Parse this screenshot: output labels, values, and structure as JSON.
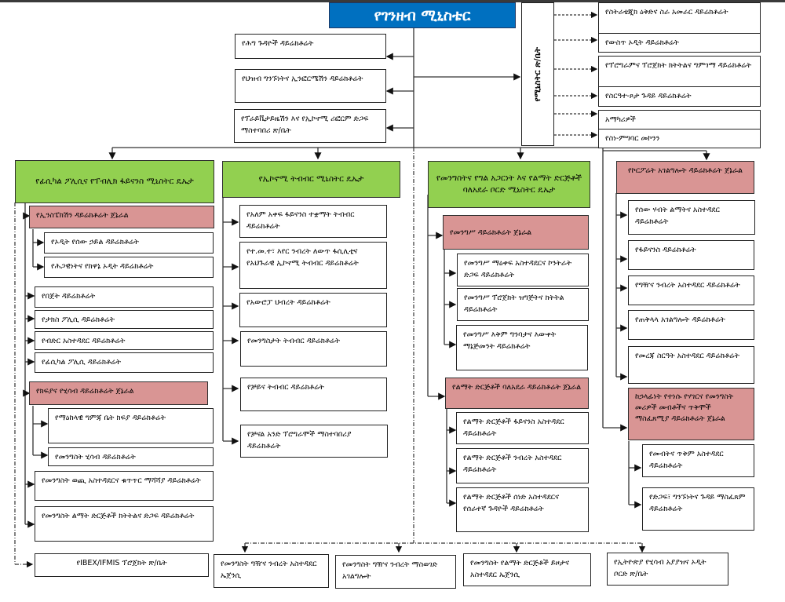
{
  "colors": {
    "minister_fill": "#0070c0",
    "state_minister_fill": "#92d050",
    "directorate_general_fill": "#d99594",
    "directorate_fill": "#ffffff"
  },
  "minister": {
    "title": "የገንዘብ ሚኒስቴር"
  },
  "minister_office": {
    "title": "የሚኒስትር ጽ/ቤት"
  },
  "direct_reports": [
    "የሕግ ጉዳዮች ዳይሬክቶሬት",
    "የህዝብ ግንኙነትና ኢንፎርሜሽን ዳይሬክቶሬት",
    "የፕራይቬታይዜሽን እና የኢኮኖሚ ሪፎርም ድጋፍ ማስተባበሪ ጽ/ቤት"
  ],
  "office_units": [
    "የስትራቴጂክ ዕቅድና ስራ አመራር ዳይሬክቶሬት",
    "የውስጥ ኦዲት ዳይሬክቶሬት",
    "የፕሮግራምና ፕሮጀክት ክትትልና ግምገማ ዳይሬክቶሬት",
    "የስርዓተ-ጾታ ጉዳይ ዳይሬክቶሬት",
    "አማካሪዎች",
    "የስነ-ምግባር መኮንን"
  ],
  "sectors": [
    {
      "title": "የፊሲካል ፖሊሲና የፐብሊክ ፋይናንስ ሚኒስትር ዴኤታ",
      "groups": [
        {
          "title": "የኢንስፔክሽን ዳይሬክቶሬት ጀኔራል",
          "items": [
            "የኦዲት የሰው ኃይል ዳይሬክቶሬት",
            "የሕጋዊነትና የክዋኔ ኦዲት ዳይሬክቶሬት"
          ]
        }
      ],
      "items": [
        "የበጀት ዳይሬክቶሬት",
        "የታክስ ፖሊሲ ዳይሬክቶሬት",
        "የብድር አስተዳደር ዳይሬክቶሬት",
        "የፊሲካል ፖሊሲ ዳይሬክቶሬት"
      ],
      "groups2": [
        {
          "title": "የክፍያና የሂሳብ ዳይሬክቶሬት ጀኔራል",
          "items": [
            "የማዕከላዊ ግምጃ ቤት ክፍያ ዳይሬክቶሬት",
            "የመንግስት ሂሳብ ዳይሬክቶሬት"
          ]
        }
      ],
      "items2": [
        "የመንግስት ወጪ አስተዳደርና ቁጥጥር ማሻሻያ ዳይሬክቶሬት",
        "የመንግስት ልማት ድርጅቶች ክትትልና ድጋፍ ዳይሬክቶሬት"
      ],
      "project_office": "የIBEX/IFMIS ፕሮጀክት ጽ/ቤት"
    },
    {
      "title": "የኢኮኖሚ ትብብር ሚኒስትር ዴኤታ",
      "items": [
        "የአለም አቀፍ ፋይናንስ ተቋማት ትብብር ዳይሬክቶሬት",
        "የተ.መ.ተ፣ እየር ንብረት ለውጥ ፋሲሊቲና የአህጉራዊ ኢኮኖሚ ትብብር ዳይሬክቶሬት",
        "የአውሮፓ ህብረት ዳይሬክቶሬት",
        "የመንግስታት ትብብር ዳይሬክቶሬት",
        "የቻይና ትብብር ዳይሬክቶሬት",
        "የቻናል አንድ ፕሮግራሞች ማስተባበሪያ ዳይሬክቶሬት"
      ]
    },
    {
      "title": "የመንግስትና የግል አጋርነት እና የልማት ድርጅቶች ባለአደራ ቦርድ ሚኒስትር ዴኤታ",
      "groups": [
        {
          "title": "የመንግሥ ዳይሬክቶሬት ጀኔራል",
          "items": [
            "የመንግሥ ማዕቀፍ አስተዳደርና ኮንትራት ድጋፍ ዳይሬክቶሬት",
            "የመንግሥ ፕሮጀክት ዝግጅትና ክትትል ዳይሬክቶሬት",
            "የመንግሥ እቅም ግንባታና እውቀት ማኔጅመንት ዳይሬክቶሬት"
          ]
        },
        {
          "title": "የልማት ድርጅቶች ባለአደራ ዳይሬክቶሬት ጀኔራል",
          "items": [
            "የልማት ድርጅቶች ፋይናንስ አስተዳደር ዳይሬክቶሬት",
            "የልማት ድርጅቶች ንብረት አስተዳደር ዳይሬክቶሬት",
            "የልማት ድርጅቶች ሰነድ አስተዳደርና የሰራተኛ ጉዳዮች ዳይሬክቶሬት"
          ]
        }
      ]
    },
    {
      "title": "የኮርፖሬት አገልግሎት ዳይሬክቶሬት ጀኔራል",
      "items": [
        "የሰው ሃብት ልማትና አስተዳደር ዳይሬክቶሬት",
        "የፋይናንስ ዳይሬክቶሬት",
        "የግዥና ንብረት አስተዳደር ዳይሬክቶሬት",
        "የጠቅላላ አገልግሎት ዳይሬክቶሬት",
        "የመረጃ ስርዓት አስተዳደር ዳይሬክቶሬት"
      ],
      "groups": [
        {
          "title": "ከኃላፊነት የተነሱ የሃገርና የመንግስት መሪዎች መብቶችና ጥቅሞች ማስፈጸሚያ ዳይሬክቶሬት ጀኔራል",
          "items": [
            "የመብትና ጥቅም አስተዳደር ዳይሬክቶሬት",
            "የድጋፍ፣ ግንኙነትና ጉዳይ ማስፈጸም ዳይሬክቶሬት"
          ]
        }
      ]
    }
  ],
  "agencies": [
    "የመንግስት ግዥና ንብረት አስተዳደር ኤጀንሲ",
    "የመንግስት ግዥና ንብረት ማስወገድ አገልግሎት",
    "የመንግስት የልማት ድርጅቶች ይዞታና አስተዳደር ኤጀንሲ",
    "የኢትዮጵያ የሂሳብ አያያዝና ኦዲት ቦርድ ጽ/ቤት"
  ]
}
